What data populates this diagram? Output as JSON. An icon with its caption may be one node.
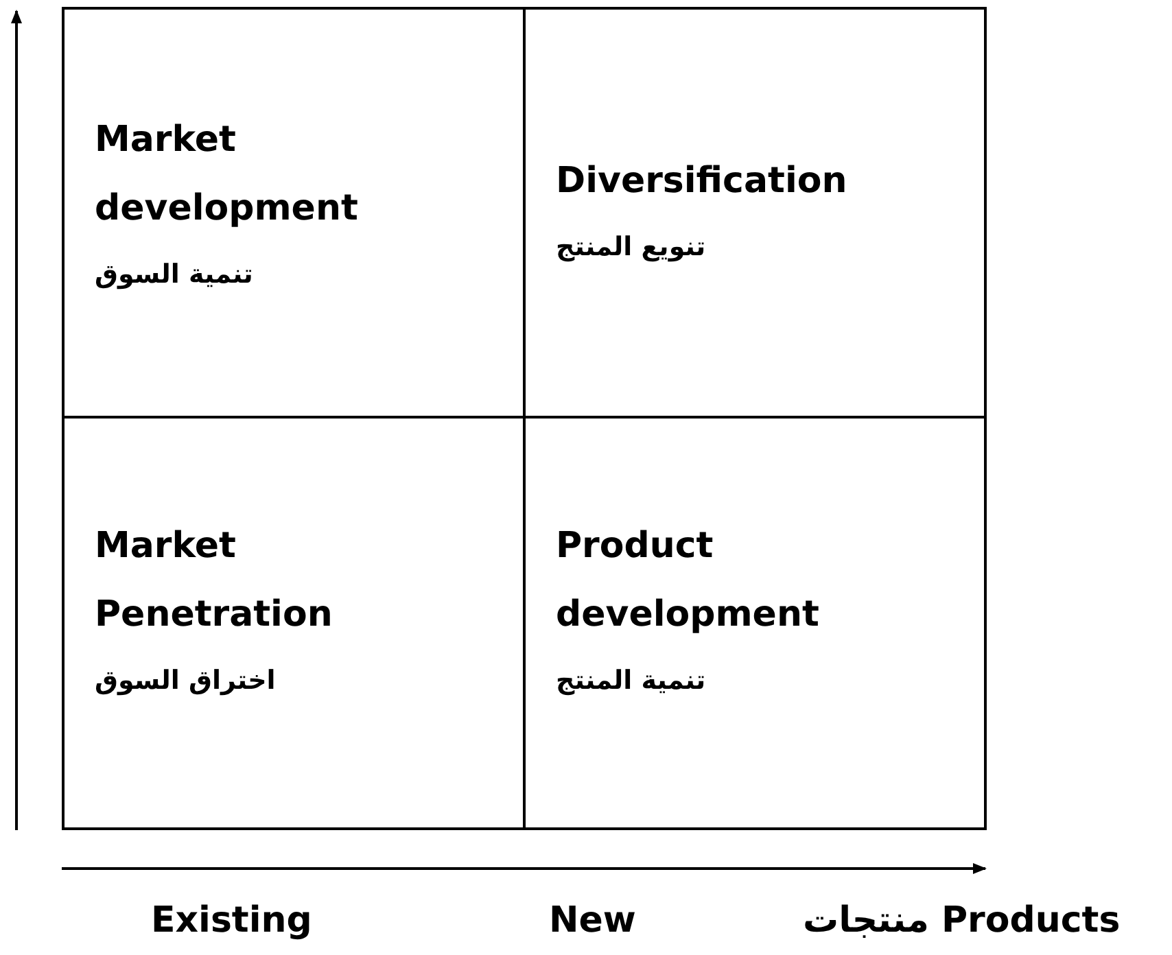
{
  "diagram": {
    "nodes": [
      {
        "text": [
          "Market development",
          "تنمية السوق"
        ]
      },
      {
        "text": [
          "Diversification",
          "تنويع المنتج"
        ]
      },
      {
        "text": [
          "Market Penetration",
          "اختراق السوق"
        ]
      },
      {
        "text": [
          "Product development",
          "تنمية المنتج"
        ]
      }
    ],
    "labels": [
      "Existing",
      "New",
      "منتجات Products"
    ]
  }
}
